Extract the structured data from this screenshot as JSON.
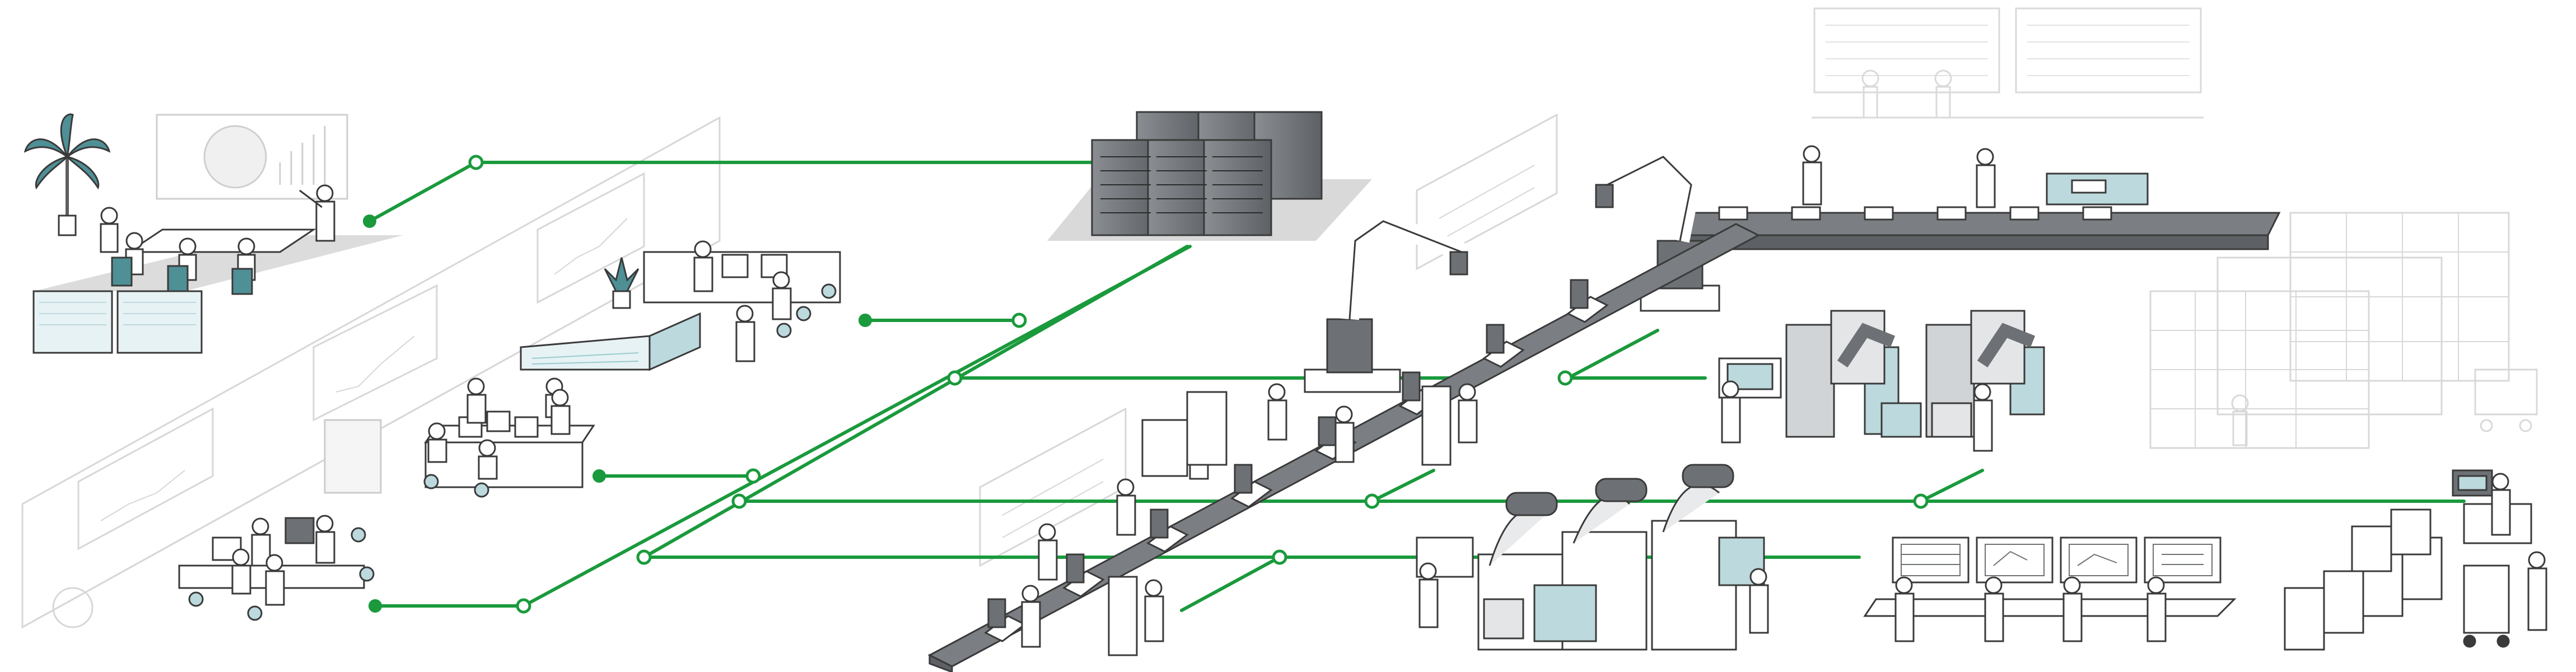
{
  "illustration": {
    "type": "smart-factory-isometric-illustration",
    "text_labels": []
  },
  "colors": {
    "network_line": "#1a9a3c",
    "line_node_fill": "#ffffff",
    "outline": "#3a3a3a",
    "machine_gray": "#c9cccf",
    "machine_dark": "#6d7175",
    "accent_teal": "#bcd9dd",
    "plant_teal": "#4f8f96",
    "faded_outline": "#d6d6d6",
    "floor_shadow": "#d9d9d9"
  },
  "scenes": [
    "meeting-room",
    "office-workstations",
    "collaboration-area",
    "design-team",
    "server-rack",
    "robot-arm-assembly",
    "top-conveyor",
    "main-assembly-conveyor",
    "robotic-cells",
    "press-machines",
    "monitoring-desks",
    "shipping-area",
    "warehouse-racks",
    "background-planning-boards"
  ]
}
